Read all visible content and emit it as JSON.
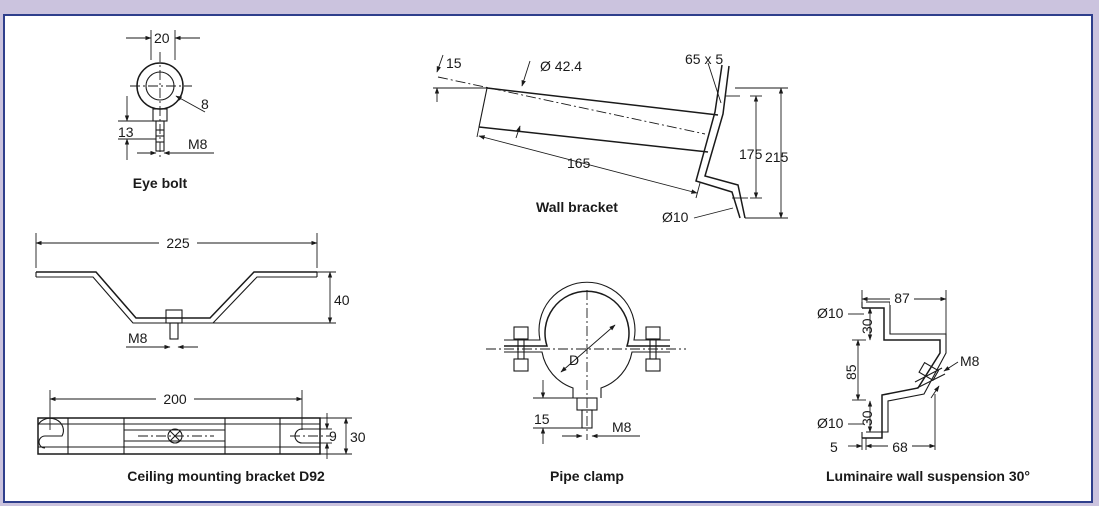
{
  "colors": {
    "frame": "#cbc3de",
    "border": "#2f3f8c",
    "ink": "#1a1a1a",
    "panel": "#ffffff"
  },
  "eye_bolt": {
    "caption": "Eye bolt",
    "d_width": "20",
    "d_ring": "8",
    "d_thread_len": "13",
    "d_thread": "M8"
  },
  "wall_bracket": {
    "caption": "Wall bracket",
    "d_angle": "15",
    "d_pipe": "Ø 42.4",
    "d_flat": "65 x 5",
    "d_length": "165",
    "d_h1": "175",
    "d_h2": "215",
    "d_hole": "Ø10"
  },
  "ceiling_bracket": {
    "caption": "Ceiling mounting bracket D92",
    "d_top_width": "225",
    "d_height": "40",
    "d_thread": "M8",
    "d_bottom_width": "200",
    "d_slot": "9",
    "d_depth": "30"
  },
  "pipe_clamp": {
    "caption": "Pipe clamp",
    "d_diameter": "D",
    "d_offset": "15",
    "d_thread": "M8"
  },
  "luminaire": {
    "caption": "Luminaire wall suspension 30°",
    "d_width": "87",
    "d_hole_top": "Ø10",
    "d_top": "30",
    "d_height": "85",
    "d_thread": "M8",
    "d_hole_bottom": "Ø10",
    "d_bottom": "30",
    "d_offset": "5",
    "d_base": "68"
  }
}
